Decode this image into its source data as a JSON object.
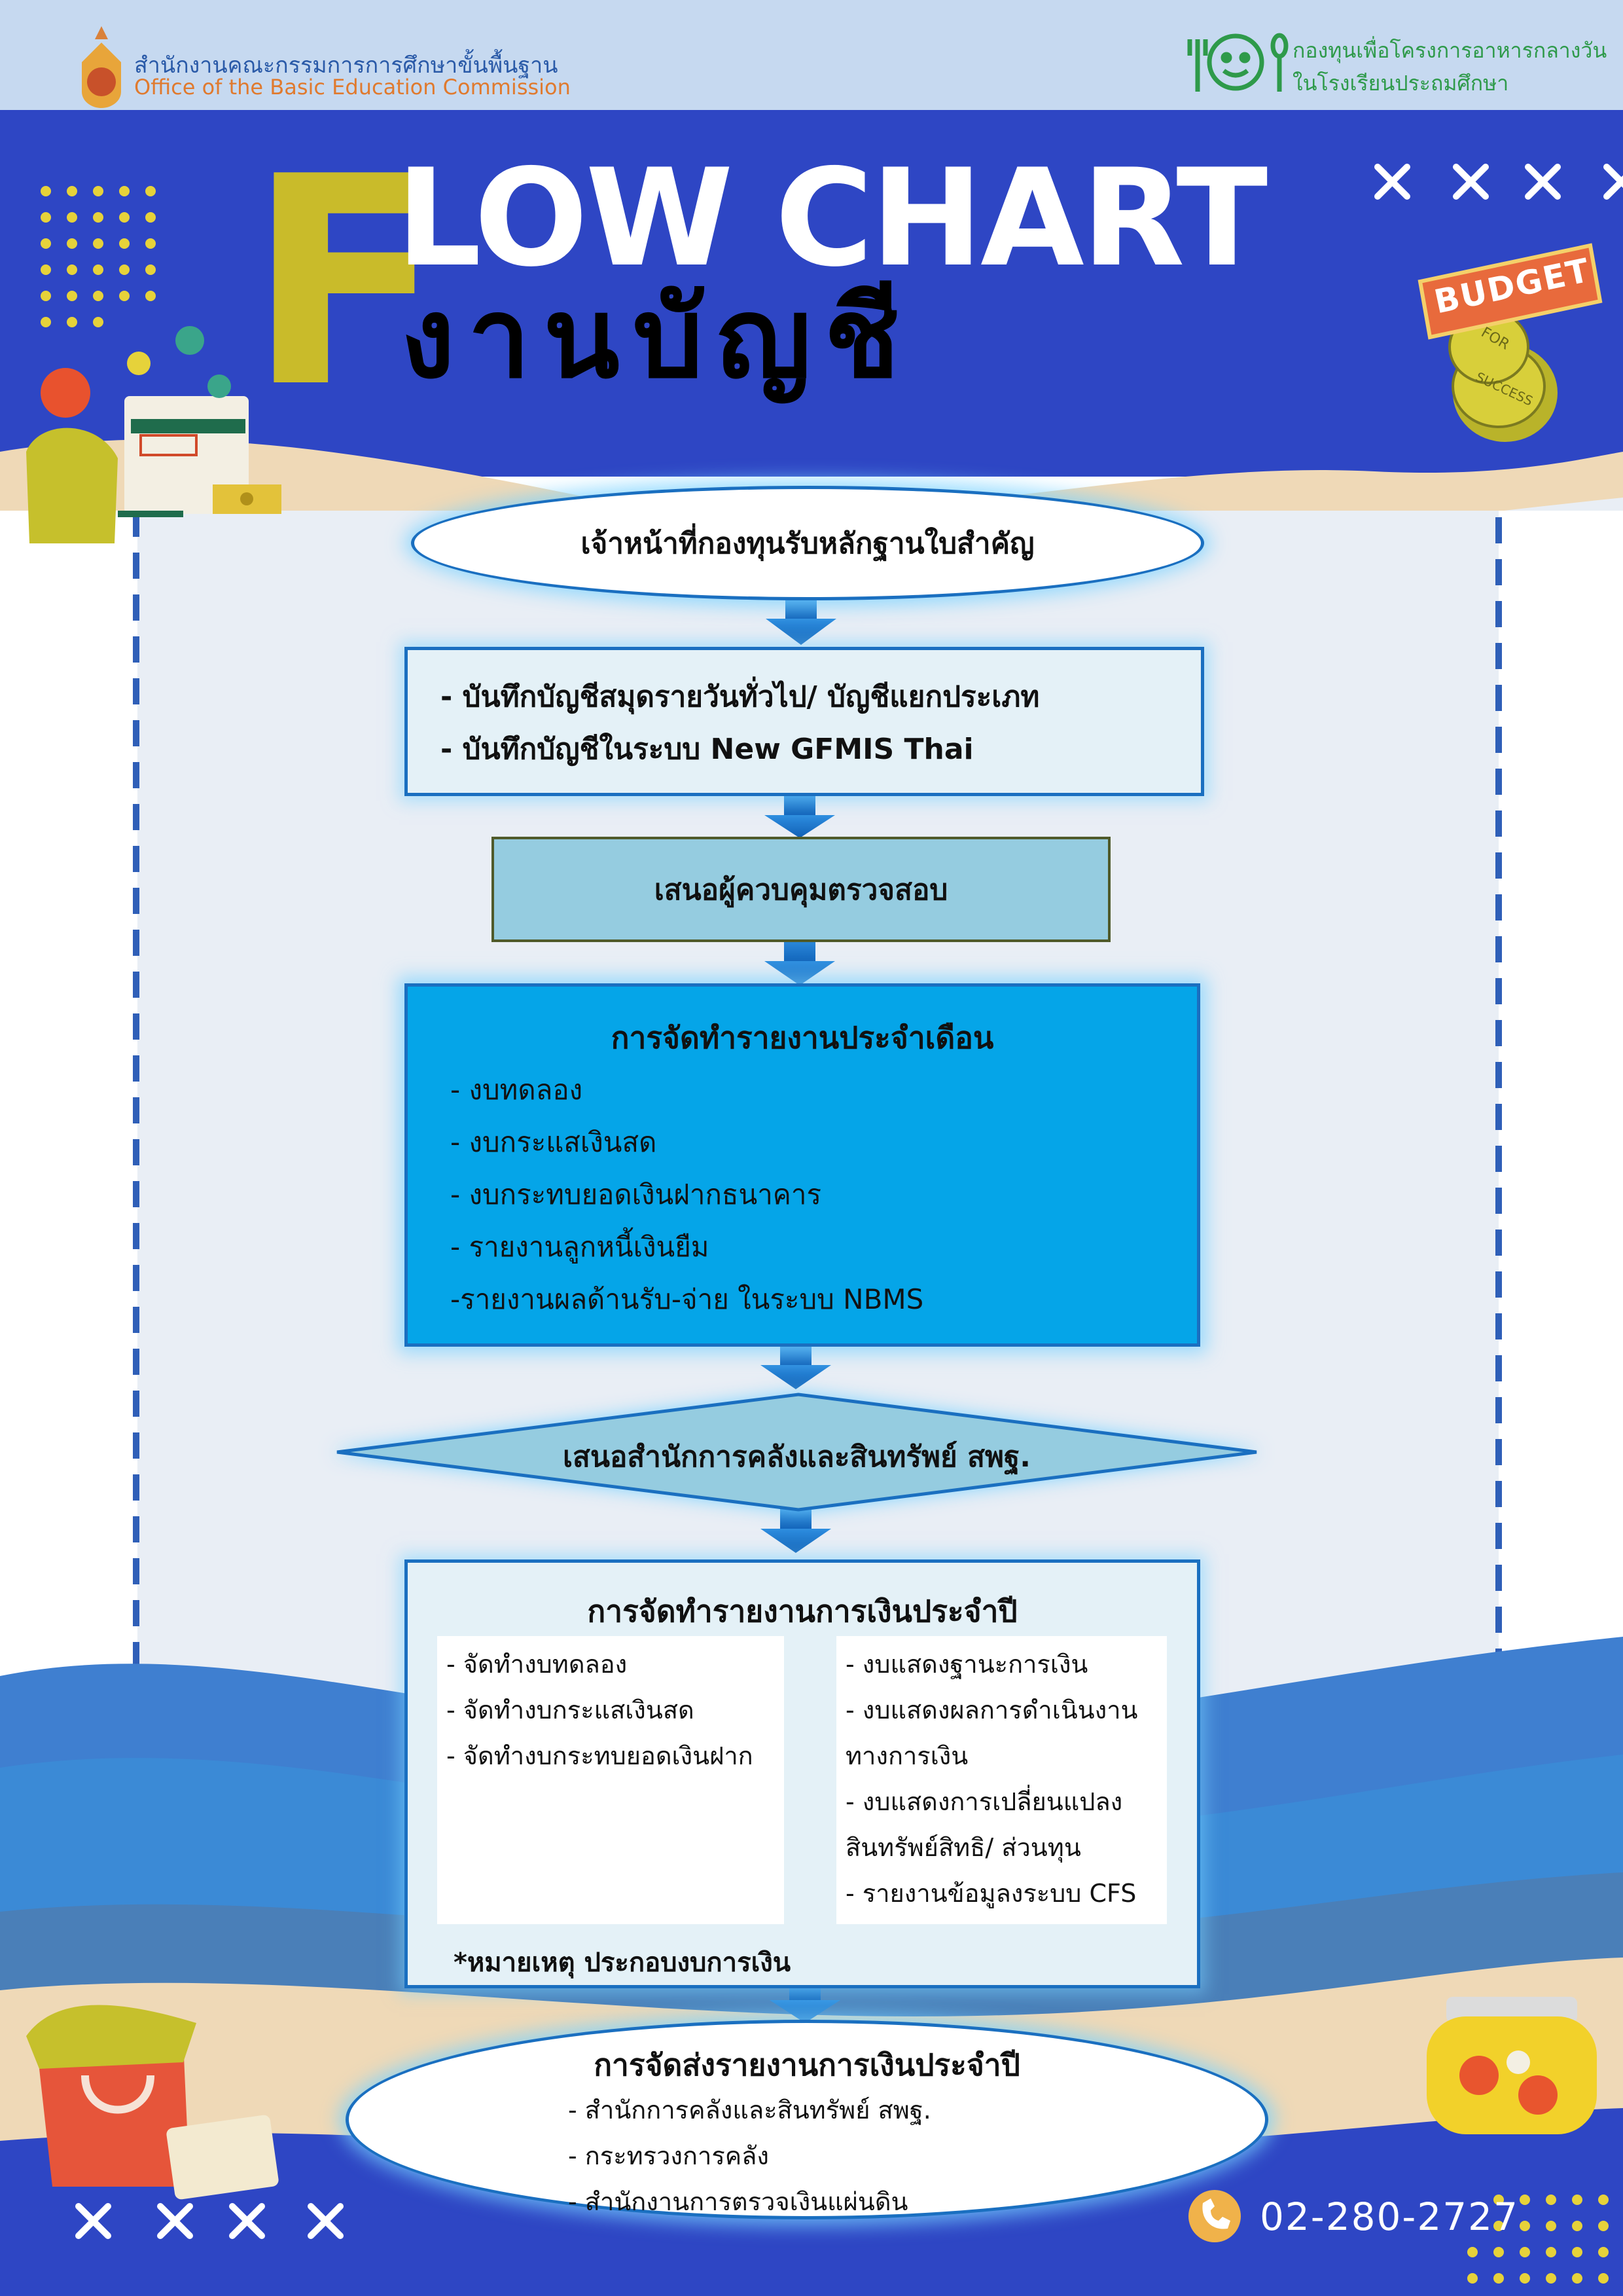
{
  "header": {
    "org_th": "สำนักงานคณะกรรมการการศึกษาขั้นพื้นฐาน",
    "org_en": "Office of the Basic Education Commission",
    "fund_line1": "กองทุนเพื่อโครงการอาหารกลางวัน",
    "fund_line2": "ในโรงเรียนประถมศึกษา"
  },
  "title": {
    "big_letter": "F",
    "rest_en": "LOW CHART",
    "th": "งานบัญชี"
  },
  "sticker": {
    "budget": "BUDGET",
    "for": "FOR",
    "success": "SUCCESS"
  },
  "flow": {
    "step1": "เจ้าหน้าที่กองทุนรับหลักฐานใบสำคัญ",
    "step2": {
      "line1": "- บันทึกบัญชีสมุดรายวันทั่วไป/ บัญชีแยกประเภท",
      "line2": "- บันทึกบัญชีในระบบ New GFMIS Thai"
    },
    "step3": "เสนอผู้ควบคุมตรวจสอบ",
    "step4": {
      "heading": "การจัดทำรายงานประจำเดือน",
      "items": [
        "- งบทดลอง",
        "- งบกระแสเงินสด",
        "- งบกระทบยอดเงินฝากธนาคาร",
        "- รายงานลูกหนี้เงินยืม",
        "-รายงานผลด้านรับ-จ่าย ในระบบ NBMS"
      ]
    },
    "step5": "เสนอสำนักการคลังและสินทรัพย์ สพฐ.",
    "step6": {
      "heading": "การจัดทำรายงานการเงินประจำปี",
      "left_items": [
        "- จัดทำงบทดลอง",
        "- จัดทำงบกระแสเงินสด",
        "- จัดทำงบกระทบยอดเงินฝาก"
      ],
      "right_items": [
        "- งบแสดงฐานะการเงิน",
        "- งบแสดงผลการดำเนินงาน",
        "ทางการเงิน",
        "- งบแสดงการเปลี่ยนแปลง",
        "สินทรัพย์สิทธิ/ ส่วนทุน",
        "- รายงานข้อมูลงระบบ CFS"
      ],
      "note": "*หมายเหตุ ประกอบงบการเงิน"
    },
    "step7": {
      "heading": "การจัดส่งรายงานการเงินประจำปี",
      "items": [
        "- สำนักการคลังและสินทรัพย์ สพฐ.",
        "- กระทรวงการคลัง",
        "- สำนักงานการตรวจเงินแผ่นดิน"
      ]
    }
  },
  "contact": {
    "phone": "02-280-2727"
  },
  "colors": {
    "header_bg": "#c6d9f0",
    "banner_blue": "#2e46c4",
    "title_yellow": "#c9bb2a",
    "box_bright": "#05a5e8",
    "box_mid": "#95cce0",
    "box_light": "#e4f1f7",
    "arrow": "#1473c8"
  }
}
